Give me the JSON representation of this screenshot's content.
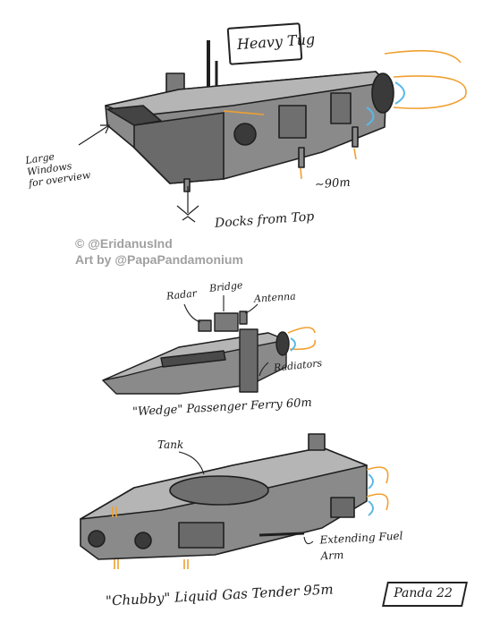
{
  "sketch1": {
    "title": "Heavy Tug",
    "note_windows": "Large\nWindows\nfor overview",
    "note_dock": "Docks from Top",
    "length": "~90m"
  },
  "credits": {
    "line1": "© @EridanusInd",
    "line2": "Art by @PapaPandamonium"
  },
  "sketch2": {
    "label_radar": "Radar",
    "label_bridge": "Bridge",
    "label_antenna": "Antenna",
    "label_radiators": "Radiators",
    "caption": "\"Wedge\" Passenger Ferry 60m"
  },
  "sketch3": {
    "label_tank": "Tank",
    "label_fuel_arm": "Extending Fuel\nArm",
    "caption": "\"Chubby\" Liquid Gas Tender 95m"
  },
  "signature": "Panda 22",
  "colors": {
    "hull": "#8a8a8a",
    "hull_dark": "#555555",
    "hull_light": "#b5b5b5",
    "outline": "#1f1f1f",
    "engine_blue": "#5bb8e8",
    "engine_orange": "#f0a030"
  }
}
